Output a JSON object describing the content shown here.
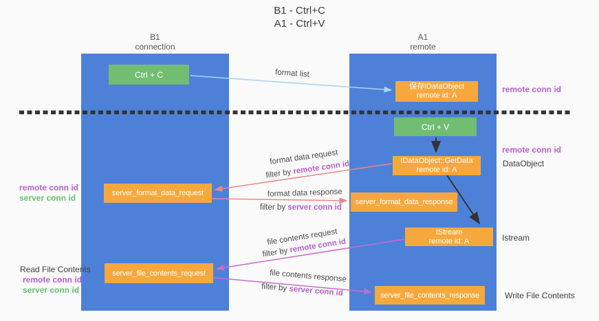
{
  "title": {
    "line1": "B1 - Ctrl+C",
    "line2": "A1 - Ctrl+V"
  },
  "lanes": {
    "left": {
      "title": "B1",
      "subtitle": "connection"
    },
    "right": {
      "title": "A1",
      "subtitle": "remote"
    }
  },
  "nodes": {
    "ctrl_c": {
      "label": "Ctrl + C"
    },
    "ctrl_v": {
      "label": "Ctrl + V"
    },
    "save_idataobject": {
      "line1": "保存IDataObject",
      "line2": "remote id: A"
    },
    "idataobject_getdata": {
      "line1": "IDataObject::GetData",
      "line2": "remote id: A"
    },
    "istream": {
      "line1": "IStream",
      "line2": "remote id: A"
    },
    "server_format_data_request": {
      "label": "server_format_data_request"
    },
    "server_format_data_response": {
      "label": "server_format_data_response"
    },
    "server_file_contents_request": {
      "label": "server_file_contents_request"
    },
    "server_file_contents_response": {
      "label": "server_file_contents_response"
    }
  },
  "arrow_labels": {
    "format_list": "format list",
    "format_data_request": "format data request",
    "format_data_response": "format data response",
    "file_contents_request": "file contents request",
    "file_contents_response": "file contents response",
    "filter_by": "filter by ",
    "remote_conn_id": "remote conn id",
    "server_conn_id": "server conn id"
  },
  "side_labels": {
    "remote_conn_id": "remote conn id",
    "server_conn_id": "server conn id",
    "dataobject": "DataObject",
    "istream": "Istream",
    "read_file_contents": "Read File Contents",
    "write_file_contents": "Write File Contents"
  },
  "colors": {
    "bg": "#fafafa",
    "lane_blue": "#4d81d8",
    "node_green": "#71be73",
    "node_orange": "#f7a83c",
    "purple": "#b660cc",
    "green_label": "#66c16d",
    "arrow_blue": "#a5d3f2",
    "arrow_black": "#333333",
    "arrow_salmon": "#e98787",
    "arrow_magenta": "#ca6bca"
  }
}
